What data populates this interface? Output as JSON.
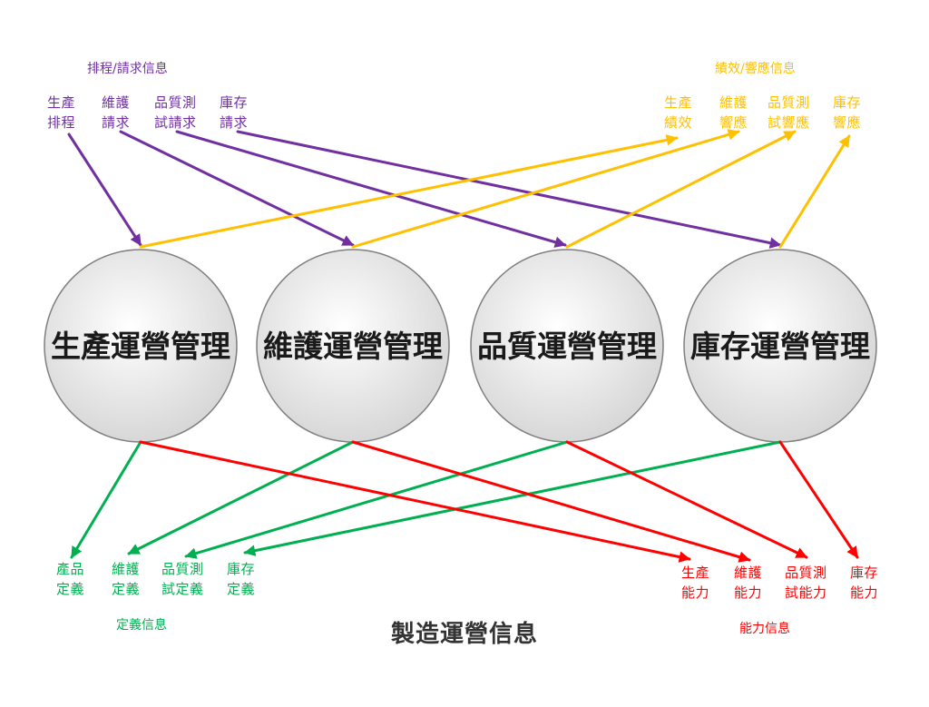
{
  "colors": {
    "request": "#7030A0",
    "response": "#FFC000",
    "definition": "#00B050",
    "capability": "#FF0000",
    "circle_stroke": "#7f7f7f",
    "circle_fill_inner": "#ffffff",
    "circle_fill_outer": "#d4d4d4"
  },
  "title": "製造運營信息",
  "circles": [
    {
      "label": "生產運營管理"
    },
    {
      "label": "維護運營管理"
    },
    {
      "label": "品質運營管理"
    },
    {
      "label": "庫存運營管理"
    }
  ],
  "groups": {
    "request": {
      "title": "排程/請求信息",
      "items": [
        {
          "line1": "生產",
          "line2": "排程"
        },
        {
          "line1": "維護",
          "line2": "請求"
        },
        {
          "line1": "品質測",
          "line2": "試請求"
        },
        {
          "line1": "庫存",
          "line2": "請求"
        }
      ]
    },
    "response": {
      "title": "績效/響應信息",
      "items": [
        {
          "line1": "生產",
          "line2": "績效"
        },
        {
          "line1": "維護",
          "line2": "響應"
        },
        {
          "line1": "品質測",
          "line2": "試響應"
        },
        {
          "line1": "庫存",
          "line2": "響應"
        }
      ]
    },
    "definition": {
      "title": "定義信息",
      "items": [
        {
          "line1": "產品",
          "line2": "定義"
        },
        {
          "line1": "維護",
          "line2": "定義"
        },
        {
          "line1": "品質測",
          "line2": "試定義"
        },
        {
          "line1": "庫存",
          "line2": "定義"
        }
      ]
    },
    "capability": {
      "title": "能力信息",
      "items": [
        {
          "line1": "生產",
          "line2": "能力"
        },
        {
          "line1": "維護",
          "line2": "能力"
        },
        {
          "line1": "品質測",
          "line2": "試能力"
        },
        {
          "line1": "庫存",
          "line2": "能力"
        }
      ]
    }
  }
}
